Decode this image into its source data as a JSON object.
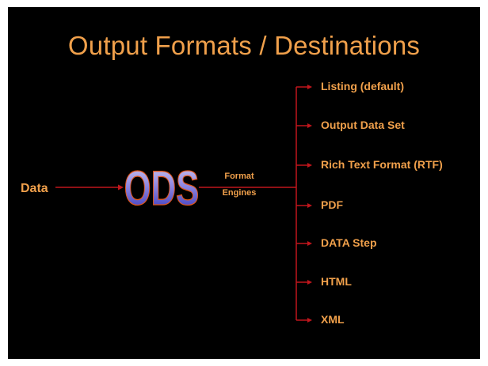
{
  "title": "Output Formats / Destinations",
  "source_label": "Data",
  "hub_label": "ODS",
  "engine_label_line1": "Format",
  "engine_label_line2": "Engines",
  "destinations": [
    "Listing (default)",
    "Output Data Set",
    "Rich Text Format (RTF)",
    "PDF",
    "DATA Step",
    "HTML",
    "XML"
  ],
  "colors": {
    "background": "#000000",
    "text": "#f0a04b",
    "arrow": "#c0161c",
    "ods_fill_top": "#c9c2ee",
    "ods_fill_bottom": "#3f3fc8",
    "ods_outline": "#e0571a"
  }
}
